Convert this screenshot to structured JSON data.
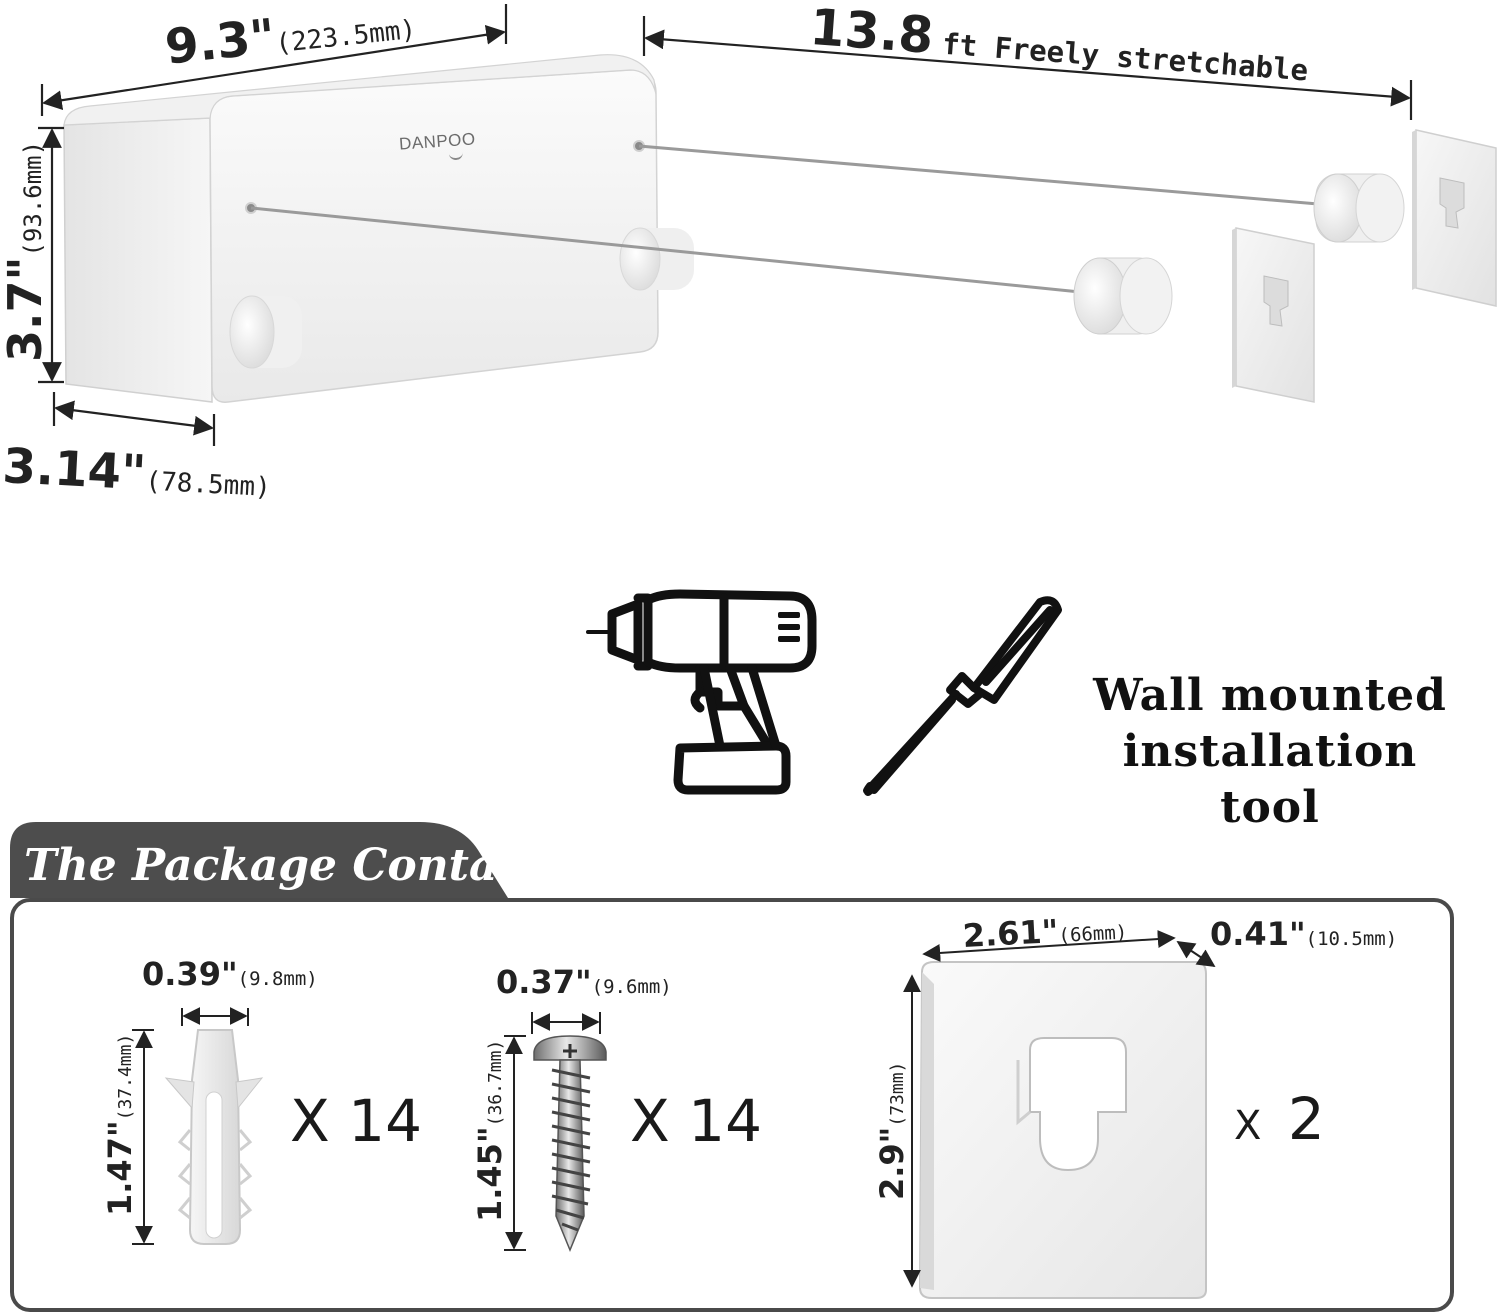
{
  "brand": "DANPOO",
  "product_dims": {
    "width": {
      "main": "9.3\"",
      "sub": "(223.5mm)"
    },
    "stretch": {
      "main": "13.8",
      "sub": "ft Freely stretchable"
    },
    "height": {
      "main": "3.7\"",
      "sub": "(93.6mm)"
    },
    "depth": {
      "main": "3.14\"",
      "sub": "(78.5mm)"
    }
  },
  "tools": {
    "icons": [
      "drill-icon",
      "screwdriver-icon"
    ],
    "caption_line1": "Wall mounted",
    "caption_line2": "installation tool"
  },
  "package": {
    "title": "The Package Contains",
    "items": [
      {
        "name": "wall-anchor",
        "width_main": "0.39\"",
        "width_sub": "(9.8mm)",
        "height_main": "1.47\"",
        "height_sub": "(37.4mm)",
        "quantity": "X  14"
      },
      {
        "name": "screw",
        "width_main": "0.37\"",
        "width_sub": "(9.6mm)",
        "height_main": "1.45\"",
        "height_sub": "(36.7mm)",
        "quantity": "X  14"
      },
      {
        "name": "mounting-plate",
        "width_main": "2.61\"",
        "width_sub": "(66mm)",
        "depth_main": "0.41\"",
        "depth_sub": "(10.5mm)",
        "height_main": "2.9\"",
        "height_sub": "(73mm)",
        "quantity_x": "X",
        "quantity_n": "2"
      }
    ]
  },
  "colors": {
    "panel_border": "#4a4a4a",
    "header_bg": "#4d4d4d",
    "product_white": "#f4f4f4",
    "icon_stroke": "#111111"
  }
}
